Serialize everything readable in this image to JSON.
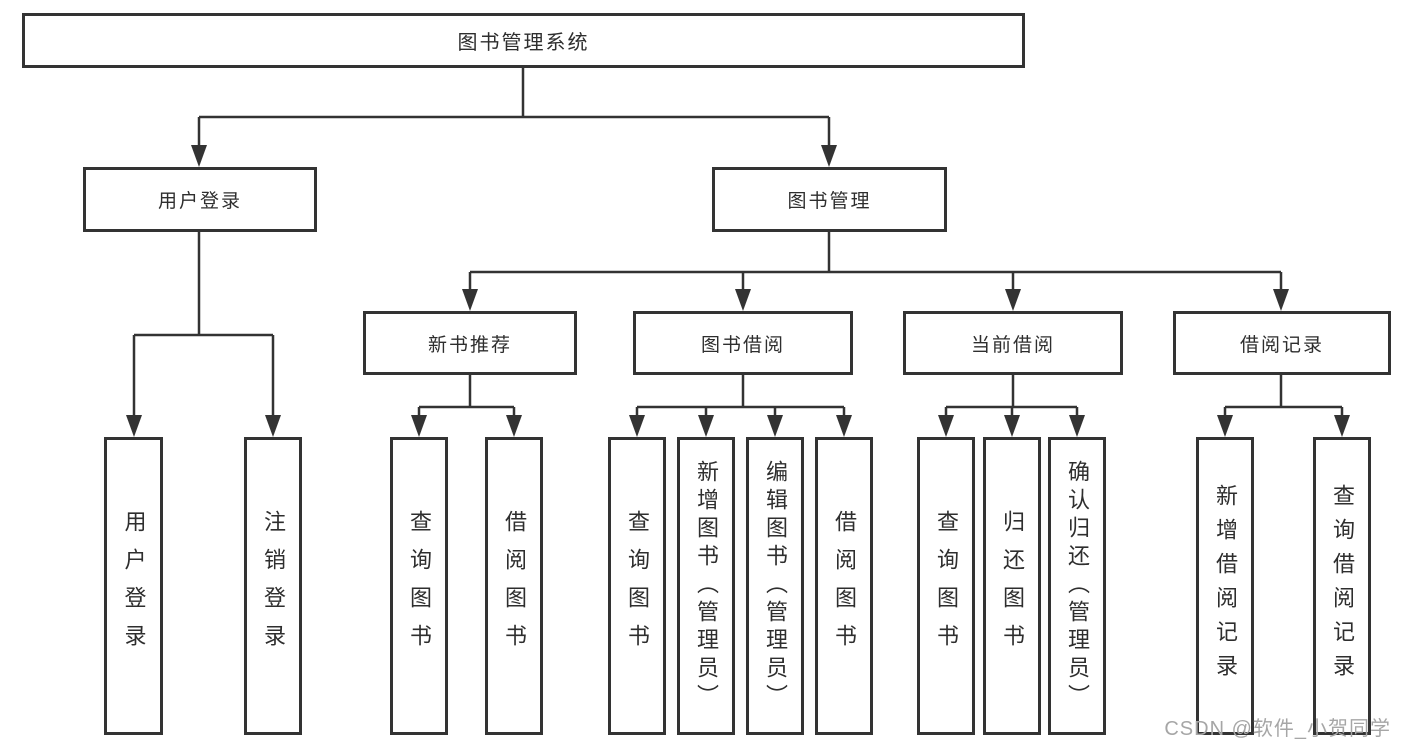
{
  "diagram_type": "hierarchy-tree",
  "colors": {
    "line": "#333333",
    "box_border": "#333333",
    "box_fill": "#ffffff",
    "text": "#2e2e2e",
    "background": "#ffffff",
    "watermark": "#a6a6a6"
  },
  "watermark": "CSDN @软件_小贺同学",
  "tree": {
    "root": {
      "label": "图书管理系统",
      "children": [
        {
          "label": "用户登录",
          "children": [
            {
              "label": "用户登录"
            },
            {
              "label": "注销登录"
            }
          ]
        },
        {
          "label": "图书管理",
          "children": [
            {
              "label": "新书推荐",
              "children": [
                {
                  "label": "查询图书"
                },
                {
                  "label": "借阅图书"
                }
              ]
            },
            {
              "label": "图书借阅",
              "children": [
                {
                  "label": "查询图书"
                },
                {
                  "label": "新增图书（管理员）"
                },
                {
                  "label": "编辑图书（管理员）"
                },
                {
                  "label": "借阅图书"
                }
              ]
            },
            {
              "label": "当前借阅",
              "children": [
                {
                  "label": "查询图书"
                },
                {
                  "label": "归还图书"
                },
                {
                  "label": "确认归还（管理员）"
                }
              ]
            },
            {
              "label": "借阅记录",
              "children": [
                {
                  "label": "新增借阅记录"
                },
                {
                  "label": "查询借阅记录"
                }
              ]
            }
          ]
        }
      ]
    }
  }
}
